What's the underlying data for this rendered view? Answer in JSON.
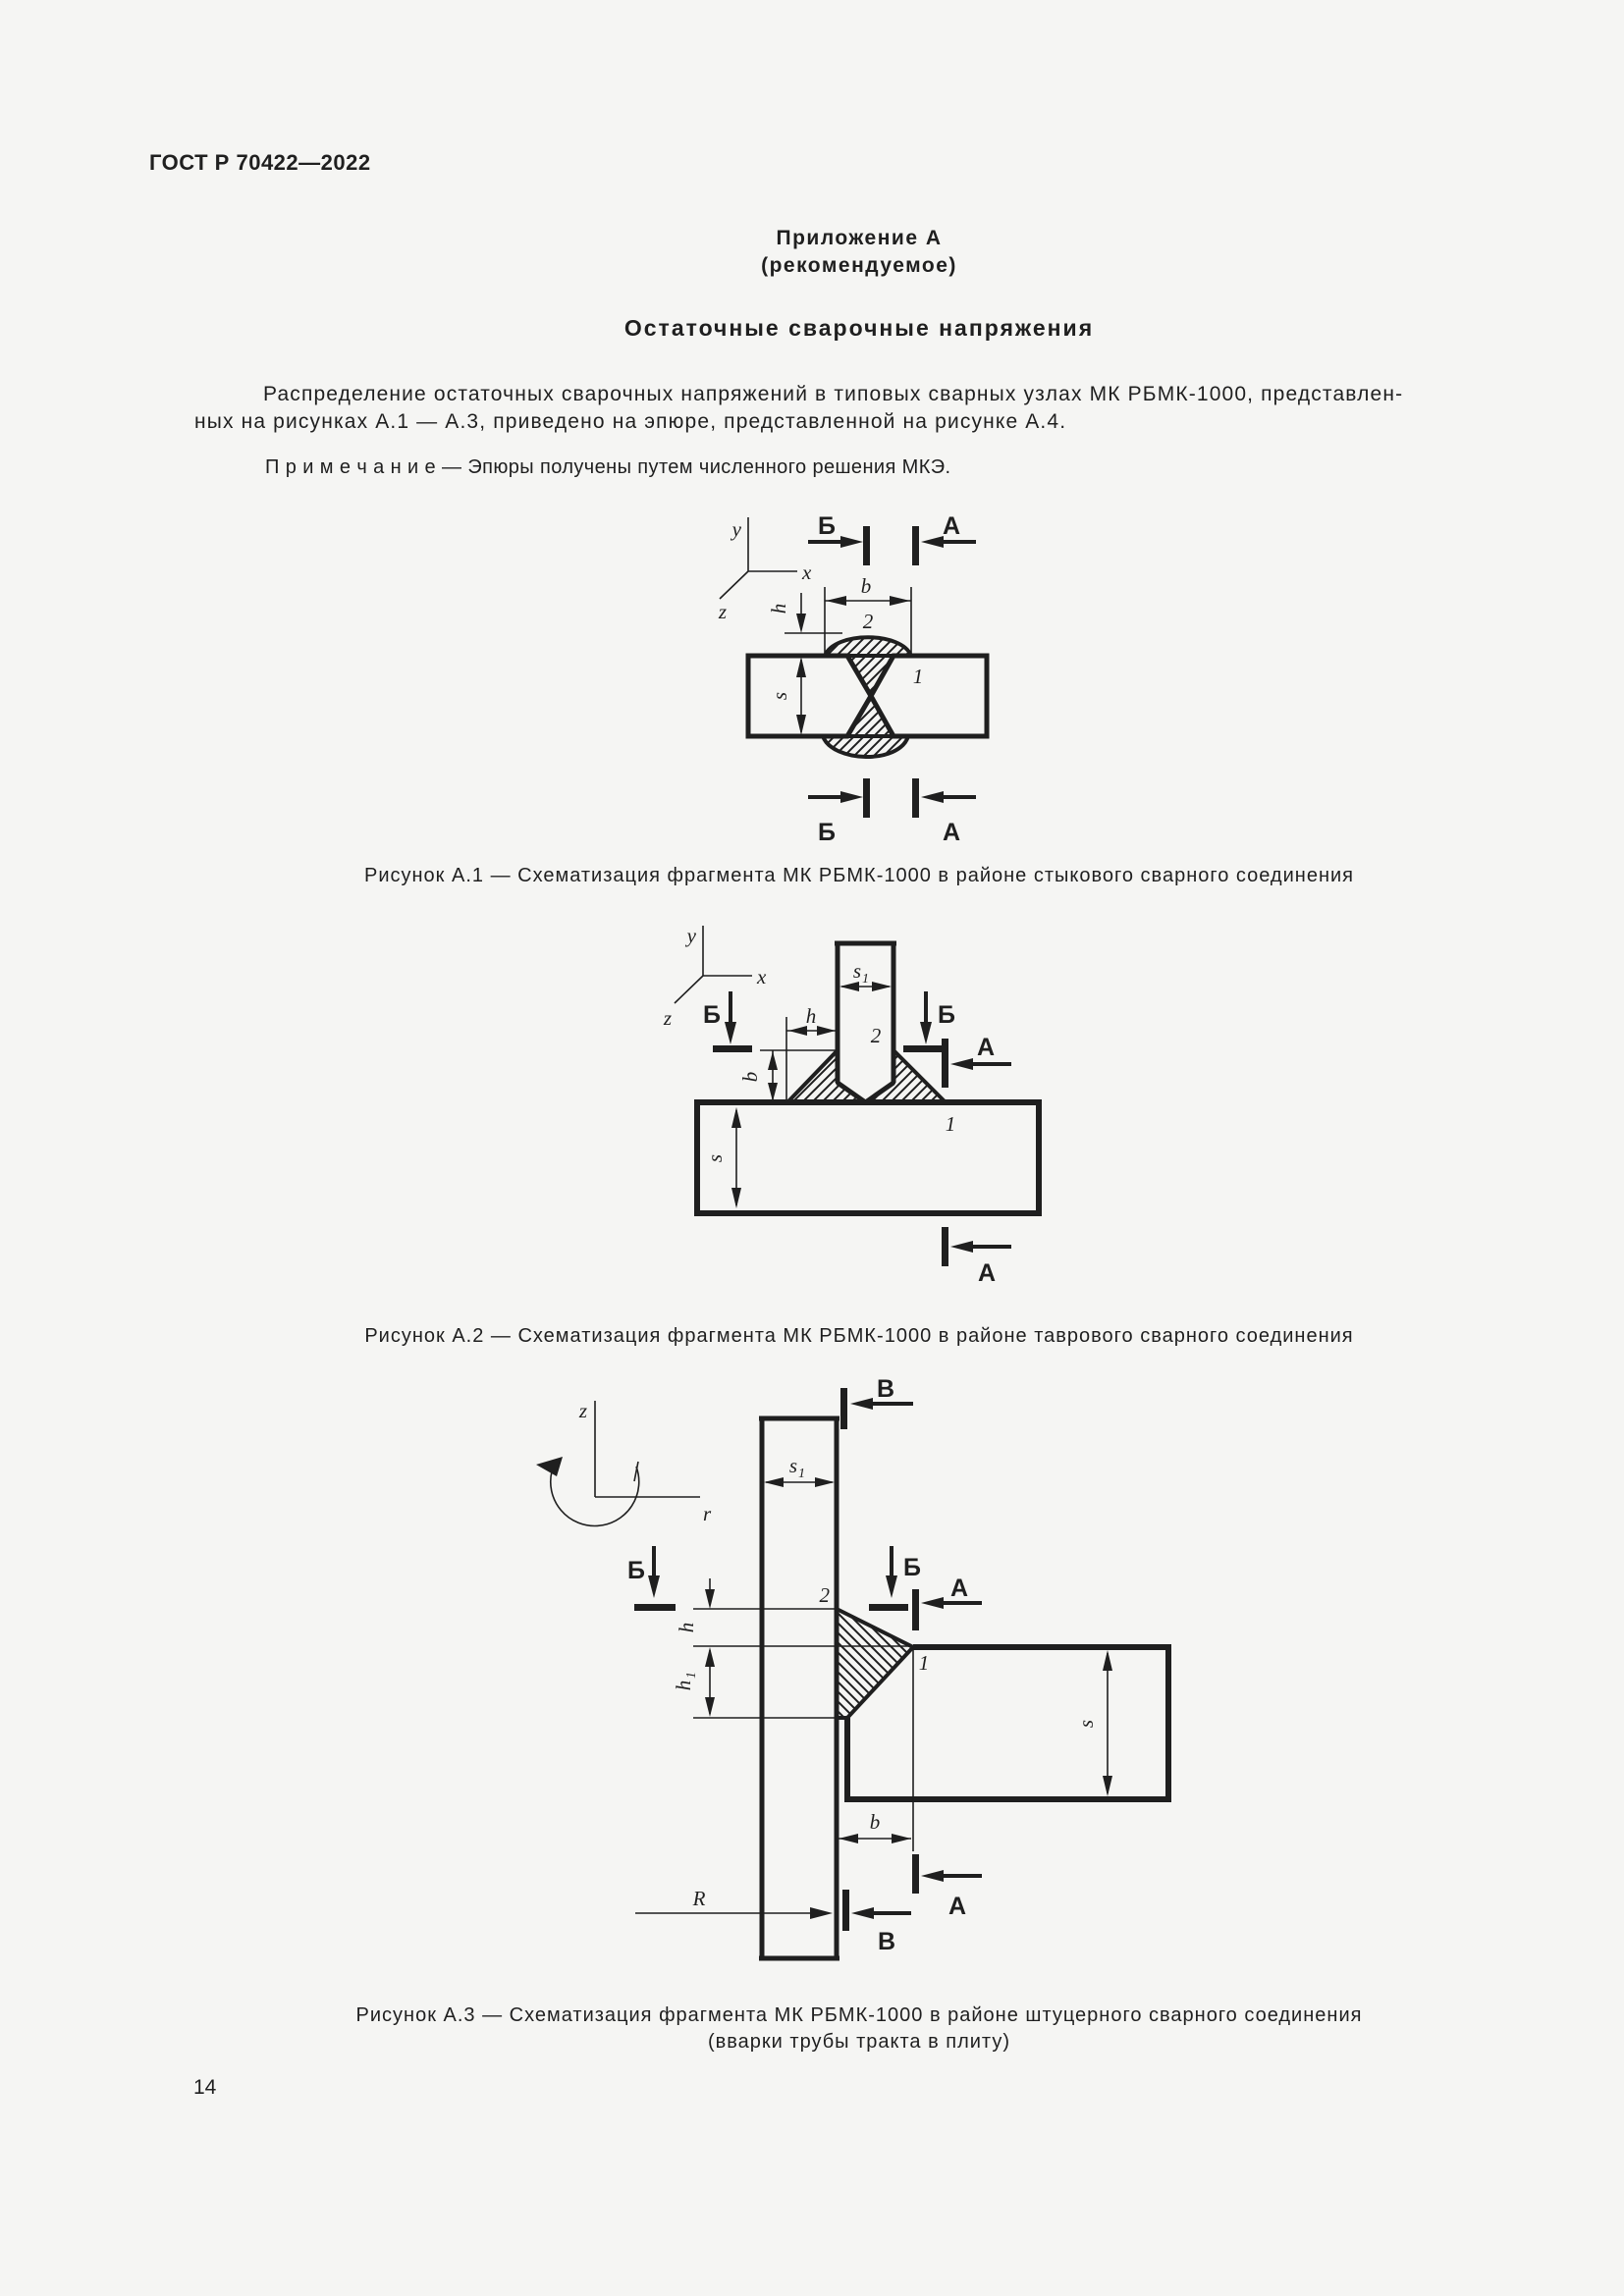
{
  "page": {
    "header": "ГОСТ Р 70422—2022",
    "number": "14"
  },
  "appendix": {
    "name": "Приложение А",
    "kind": "(рекомендуемое)",
    "title": "Остаточные сварочные напряжения"
  },
  "body": {
    "line1": "Распределение остаточных сварочных напряжений в типовых сварных узлах МК РБМК-1000, представлен-",
    "line2": "ных на рисунках А.1 — А.3, приведено на эпюре, представленной на рисунке А.4.",
    "note": "П р и м е ч а н и е   — Эпюры получены путем численного решения МКЭ."
  },
  "fig1": {
    "caption": "Рисунок А.1 — Схематизация фрагмента МК РБМК-1000 в районе стыкового сварного соединения",
    "axis_y": "y",
    "axis_x": "x",
    "axis_z": "z",
    "sec_b_top": "Б",
    "sec_a_top": "А",
    "sec_b_bottom": "Б",
    "sec_a_bottom": "А",
    "dim_b": "b",
    "dim_h": "h",
    "dim_s": "s",
    "part_weld": "2",
    "part_plate": "1"
  },
  "fig2": {
    "caption": "Рисунок А.2 — Схематизация фрагмента МК РБМК-1000 в районе таврового сварного соединения",
    "axis_y": "y",
    "axis_x": "x",
    "axis_z": "z",
    "sec_b_left": "Б",
    "sec_b_right": "Б",
    "sec_a_side": "А",
    "sec_a_bottom": "А",
    "dim_s1_base": "s",
    "dim_s1_sub": "1",
    "dim_h": "h",
    "dim_b": "b",
    "dim_s": "s",
    "part_weld": "2",
    "part_plate": "1"
  },
  "fig3": {
    "caption_1": "Рисунок А.3 — Схематизация фрагмента МК РБМК-1000 в районе штуцерного сварного соединения",
    "caption_2": "(вварки трубы тракта в плиту)",
    "axis_z": "z",
    "axis_r": "r",
    "sec_v_top": "В",
    "sec_b_left": "Б",
    "sec_b_right": "Б",
    "sec_a_right": "А",
    "sec_a_bottom": "А",
    "sec_v_bottom": "В",
    "dim_s1_base": "s",
    "dim_s1_sub": "1",
    "dim_h": "h",
    "dim_h1_base": "h",
    "dim_h1_sub": "1",
    "dim_s": "s",
    "dim_b": "b",
    "dim_r": "R",
    "part_tube": "2",
    "part_plate": "1"
  }
}
